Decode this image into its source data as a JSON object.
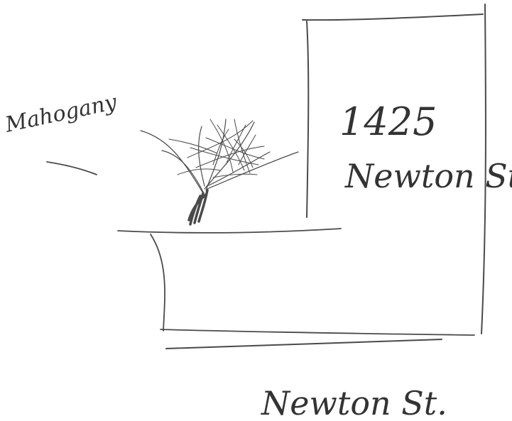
{
  "labels": {
    "tree_species": "Mahogany",
    "address_number": "1425",
    "address_street": "Newton St,",
    "street_name": "Newton St."
  },
  "colors": {
    "pencil": "#4a4a4a",
    "background": "#ffffff"
  }
}
